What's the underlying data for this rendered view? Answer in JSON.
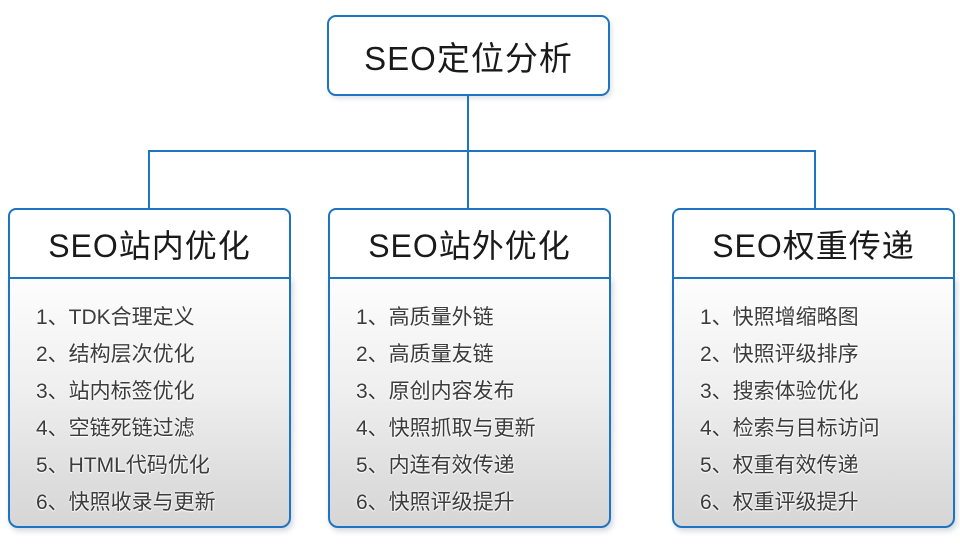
{
  "colors": {
    "accent": "#1e73c2",
    "title_text": "#1a1a1a",
    "item_text": "#3c3c3c"
  },
  "root": {
    "label": "SEO定位分析"
  },
  "branches": [
    {
      "title": "SEO站内优化",
      "items": [
        "1、TDK合理定义",
        "2、结构层次优化",
        "3、站内标签优化",
        "4、空链死链过滤",
        "5、HTML代码优化",
        "6、快照收录与更新"
      ]
    },
    {
      "title": "SEO站外优化",
      "items": [
        "1、高质量外链",
        "2、高质量友链",
        "3、原创内容发布",
        "4、快照抓取与更新",
        "5、内连有效传递",
        "6、快照评级提升"
      ]
    },
    {
      "title": "SEO权重传递",
      "items": [
        "1、快照增缩略图",
        "2、快照评级排序",
        "3、搜索体验优化",
        "4、检索与目标访问",
        "5、权重有效传递",
        "6、权重评级提升"
      ]
    }
  ]
}
